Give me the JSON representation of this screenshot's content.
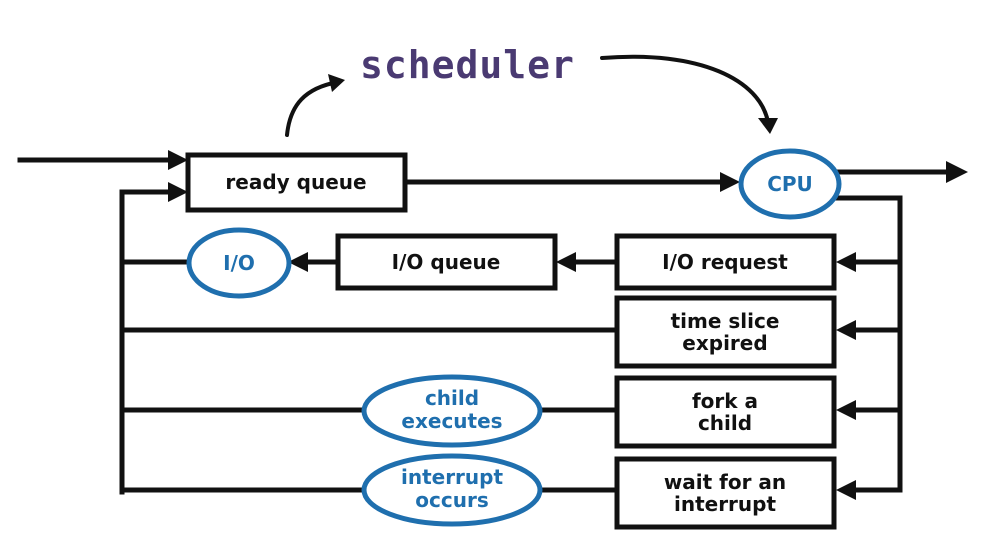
{
  "title": "scheduler",
  "colors": {
    "line": "#111111",
    "accent_blue": "#1f6fae",
    "handwriting_purple": "#4a3a72"
  },
  "nodes": {
    "ready_queue": "ready queue",
    "cpu": "CPU",
    "io": "I/O",
    "io_queue": "I/O queue",
    "io_request": "I/O request",
    "time_slice": [
      "time slice",
      "expired"
    ],
    "fork_child": [
      "fork a",
      "child"
    ],
    "wait_interrupt": [
      "wait for an",
      "interrupt"
    ],
    "child_executes": [
      "child",
      "executes"
    ],
    "interrupt_occurs": [
      "interrupt",
      "occurs"
    ]
  }
}
